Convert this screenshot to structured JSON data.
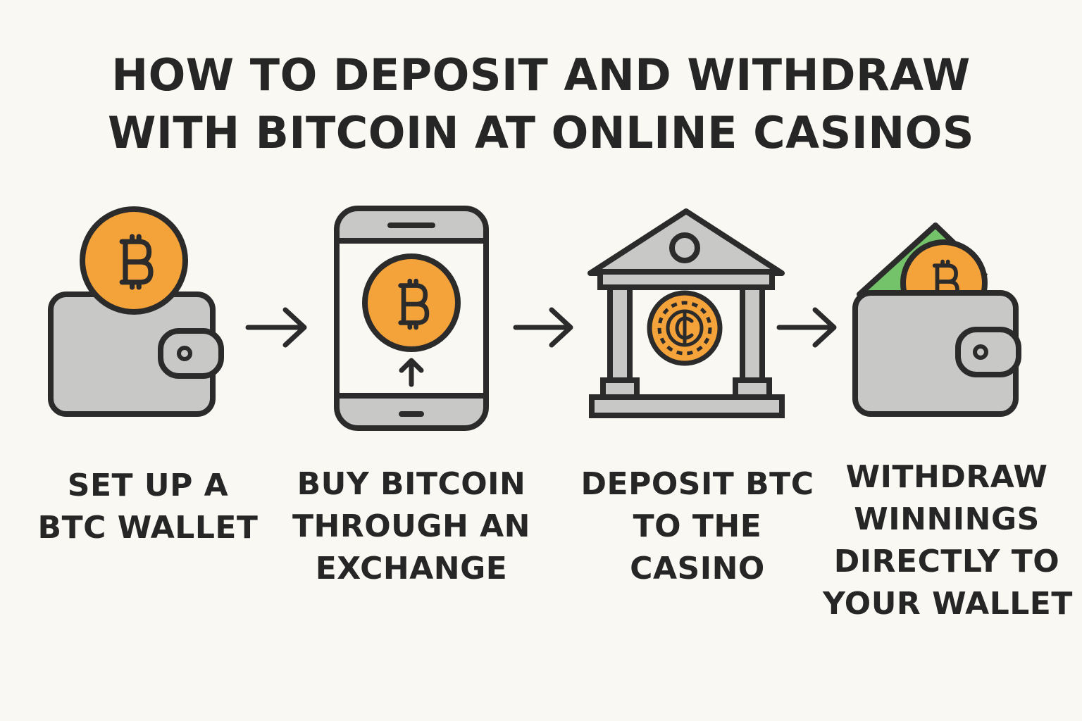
{
  "title": {
    "line1": "HOW TO DEPOSIT AND WITHDRAW",
    "line2": "WITH BITCOIN AT ONLINE CASINOS"
  },
  "colors": {
    "background": "#faf8f2",
    "outline": "#2b2b2b",
    "gray": "#c8c8c6",
    "orange": "#f4a23a",
    "green": "#74c26a"
  },
  "steps": [
    {
      "icon": "bitcoin-wallet-icon",
      "lines": [
        "SET UP A",
        "BTC WALLET"
      ]
    },
    {
      "icon": "phone-bitcoin-icon",
      "lines": [
        "BUY BITCOIN",
        "THROUGH AN",
        "EXCHANGE"
      ]
    },
    {
      "icon": "casino-bank-icon",
      "lines": [
        "DEPOSIT BTC",
        "TO THE",
        "CASINO"
      ]
    },
    {
      "icon": "wallet-winnings-icon",
      "lines": [
        "WITHDRAW",
        "WINNINGS",
        "DIRECTLY TO",
        "YOUR WALLET"
      ]
    }
  ],
  "arrows": [
    "arrow-right-icon",
    "arrow-right-icon",
    "arrow-right-icon"
  ]
}
